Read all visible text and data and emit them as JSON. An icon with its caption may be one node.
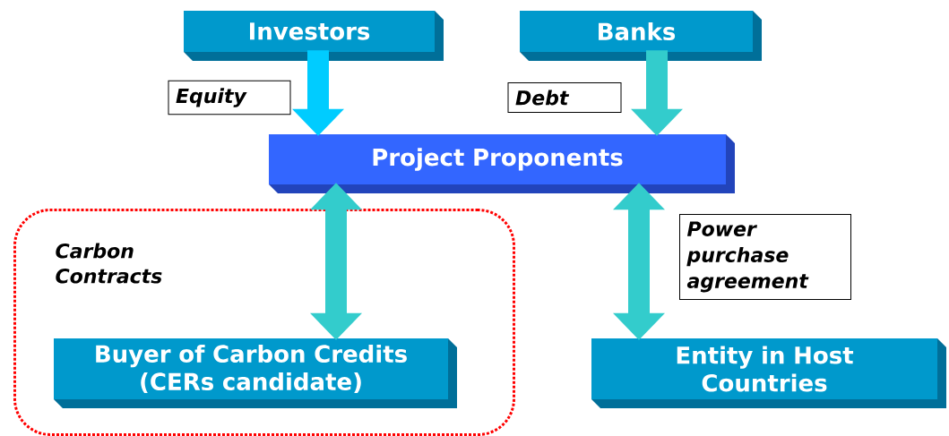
{
  "diagram": {
    "nodes": [
      {
        "text": [
          "Investors"
        ]
      },
      {
        "text": [
          "Banks"
        ]
      },
      {
        "text": [
          "Project Proponents"
        ]
      },
      {
        "text": [
          "Carbon Contracts"
        ]
      },
      {
        "text": [
          "Buyer of Carbon Credits (CERs candidate)"
        ],
        "in": 3
      },
      {
        "text": [
          "Entity in Host Countries"
        ]
      }
    ],
    "edges": [
      {
        "from": 0,
        "to": 2,
        "arrow": "to",
        "label": "Equity",
        "color": "#00ccff"
      },
      {
        "from": 1,
        "to": 2,
        "arrow": "to",
        "label": "Debt"
      },
      {
        "from": 2,
        "to": 4,
        "arrow": "both"
      },
      {
        "from": 2,
        "to": 5,
        "arrow": "both",
        "label": "Power purchase agreement"
      }
    ]
  }
}
